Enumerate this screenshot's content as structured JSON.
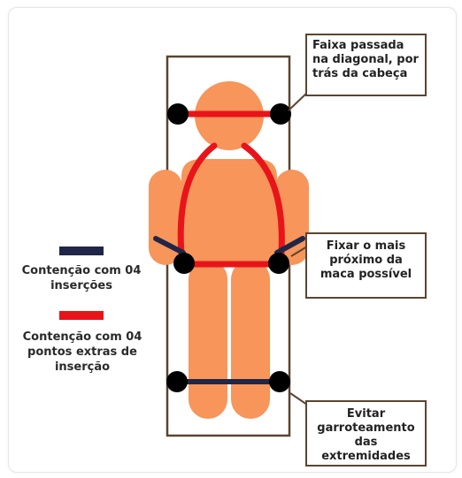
{
  "callouts": {
    "top": "Faixa passada na diagonal, por trás da cabeça",
    "middle": "Fixar o mais próximo da maca possível",
    "bottom": "Evitar garroteamento das extremidades"
  },
  "legend": {
    "items": [
      {
        "label": "Contenção com 04 inserções",
        "color": "#1f2648"
      },
      {
        "label": "Contenção com 04 pontos extras de inserção",
        "color": "#e8141a"
      }
    ]
  },
  "colors": {
    "body": "#f7955a",
    "frame": "#5a4531",
    "restraint_red": "#e8141a",
    "restraint_navy": "#1f2648",
    "anchor": "#000000"
  }
}
